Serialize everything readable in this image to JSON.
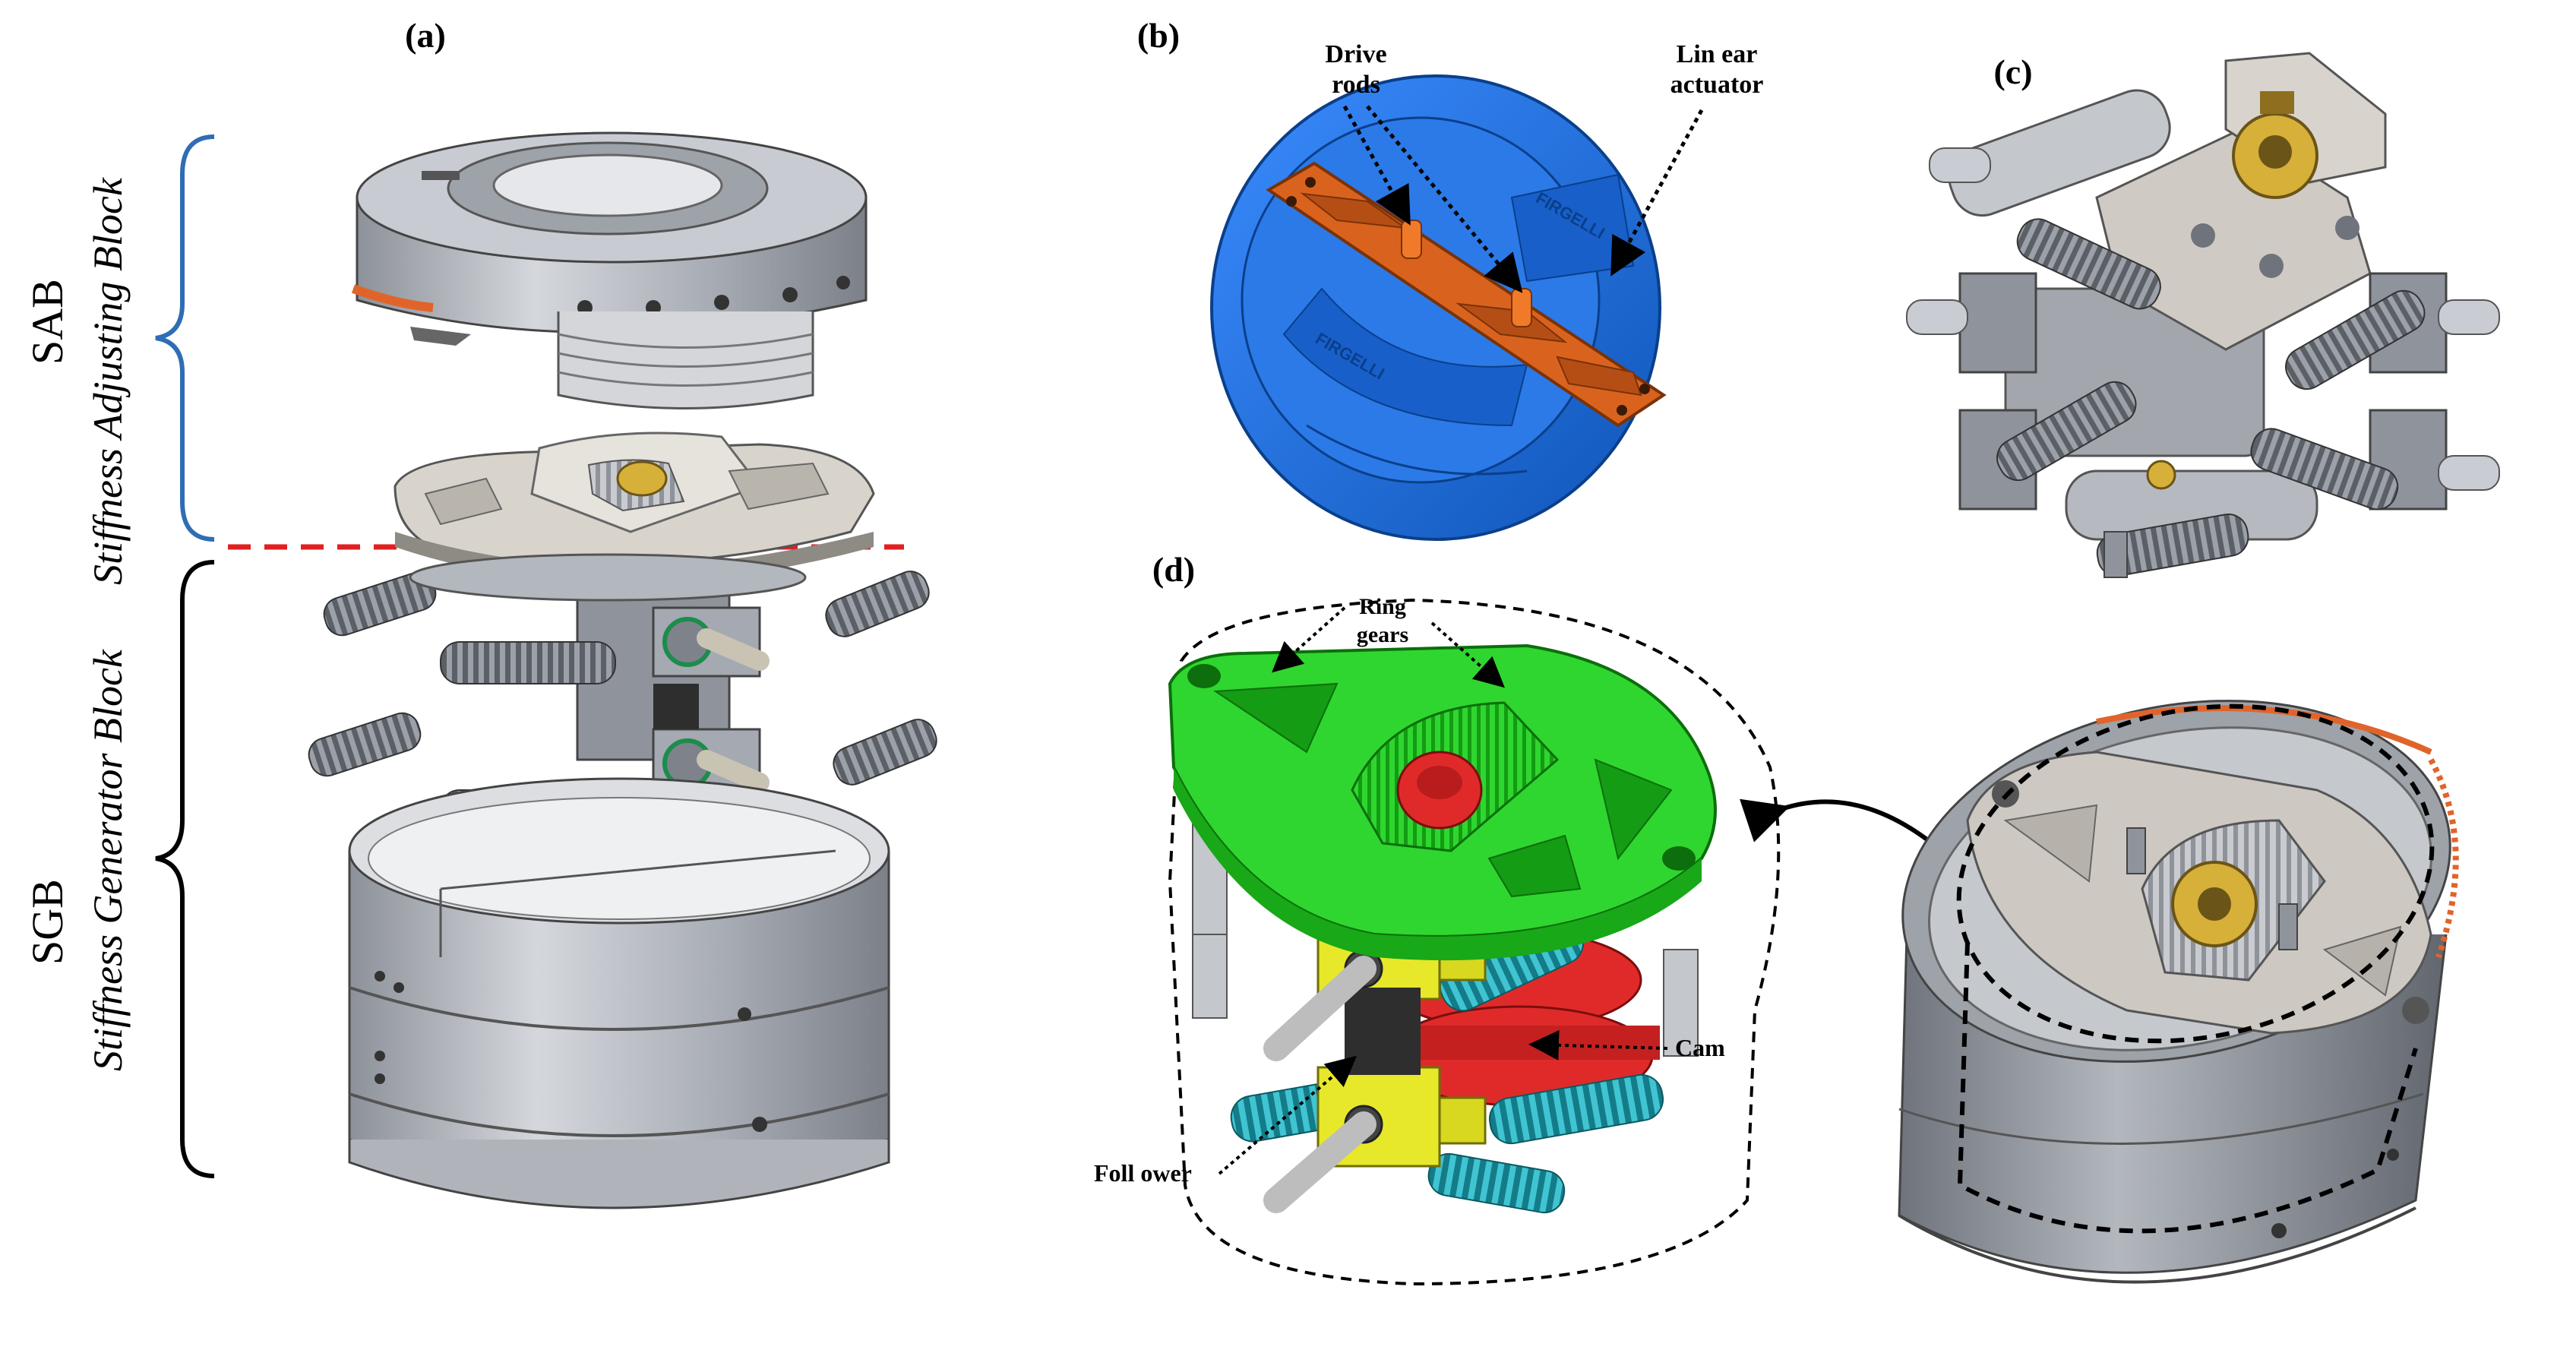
{
  "panels": {
    "a": {
      "label": "(a)"
    },
    "b": {
      "label": "(b)"
    },
    "c": {
      "label": "(c)"
    },
    "d": {
      "label": "(d)"
    }
  },
  "side_labels": {
    "sab_abbrev": "SAB",
    "sab_full": "Stiffness Adjusting Block",
    "sgb_abbrev": "SGB",
    "sgb_full": "Stiffness Generator Block"
  },
  "callouts": {
    "drive_rods_line1": "Drive",
    "drive_rods_line2": "rods",
    "linear_actuator_line1": "Lin ear",
    "linear_actuator_line2": "actuator",
    "ring_gears_line1": "Ring",
    "ring_gears_line2": "gears",
    "cam": "Cam",
    "follower": "Foll ower"
  },
  "engravings": {
    "brand_text": "FIRGELLI"
  },
  "colors": {
    "sab_brace": "#2f6db5",
    "sgb_brace": "#000000",
    "divider_dashed": "#e02020",
    "actuator_housing_blue": "#1a6fe0",
    "actuator_plate_orange": "#d9631e",
    "ring_gear_green": "#2fd62f",
    "pinion_red": "#e02a2a",
    "follower_yellow": "#e8e82a",
    "spring_cyan": "#22a8b8",
    "gold_pinion": "#d9b43a",
    "metal_grey": "#b8bcc4"
  }
}
